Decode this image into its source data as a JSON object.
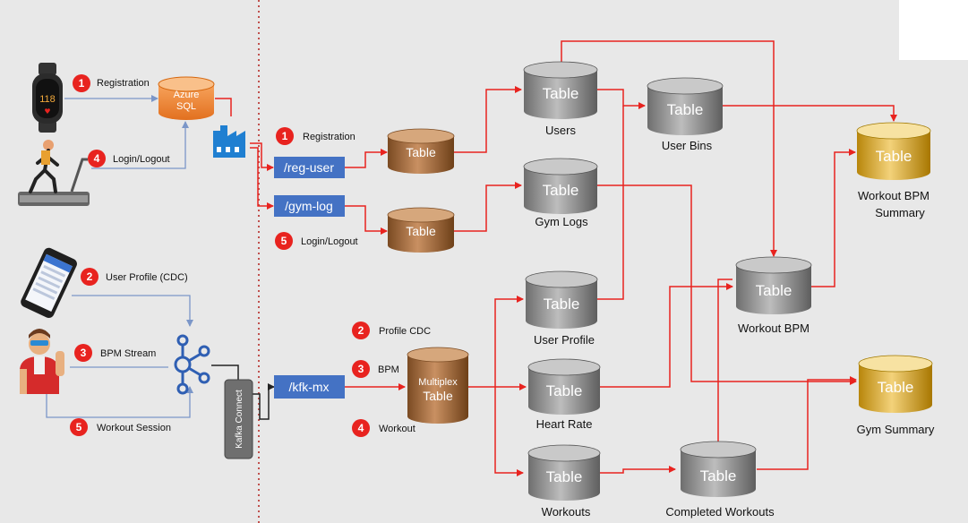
{
  "colors": {
    "background": "#e8e8e8",
    "red_line": "#e8231f",
    "blue_line": "#7b96c8",
    "endpoint_blue": "#4472c4",
    "badge_red": "#e8231f",
    "divider": "#c0504d"
  },
  "sources": {
    "badges": [
      {
        "num": "1",
        "label": "Registration"
      },
      {
        "num": "4",
        "label": "Login/Logout"
      },
      {
        "num": "2",
        "label": "User Profile (CDC)"
      },
      {
        "num": "3",
        "label": "BPM Stream"
      },
      {
        "num": "5",
        "label": "Workout Session"
      }
    ],
    "azure_sql": {
      "line1": "Azure",
      "line2": "SQL"
    },
    "kafka_connect": "Kafka Connect",
    "icons": [
      "smartwatch-icon",
      "treadmill-runner-icon",
      "smartphone-icon",
      "athlete-icon",
      "kafka-icon",
      "data-factory-icon"
    ]
  },
  "ingest": {
    "badges": [
      {
        "num": "1",
        "label": "Registration"
      },
      {
        "num": "5",
        "label": "Login/Logout"
      },
      {
        "num": "2",
        "label": "Profile CDC"
      },
      {
        "num": "3",
        "label": "BPM"
      },
      {
        "num": "4",
        "label": "Workout"
      }
    ],
    "endpoints": [
      "/reg-user",
      "/gym-log",
      "/kfk-mx"
    ]
  },
  "bronze": {
    "table1": "Table",
    "table2": "Table",
    "multiplex_line1": "Multiplex",
    "multiplex_line2": "Table"
  },
  "silver": [
    {
      "text": "Table",
      "label": "Users"
    },
    {
      "text": "Table",
      "label": "User Bins"
    },
    {
      "text": "Table",
      "label": "Gym Logs"
    },
    {
      "text": "Table",
      "label": "User Profile"
    },
    {
      "text": "Table",
      "label": "Heart Rate"
    },
    {
      "text": "Table",
      "label": "Workouts"
    },
    {
      "text": "Table",
      "label": "Completed Workouts"
    },
    {
      "text": "Table",
      "label": "Workout BPM"
    }
  ],
  "gold": [
    {
      "text": "Table",
      "label_line1": "Workout BPM",
      "label_line2": "Summary"
    },
    {
      "text": "Table",
      "label_line1": "Gym Summary",
      "label_line2": ""
    }
  ]
}
